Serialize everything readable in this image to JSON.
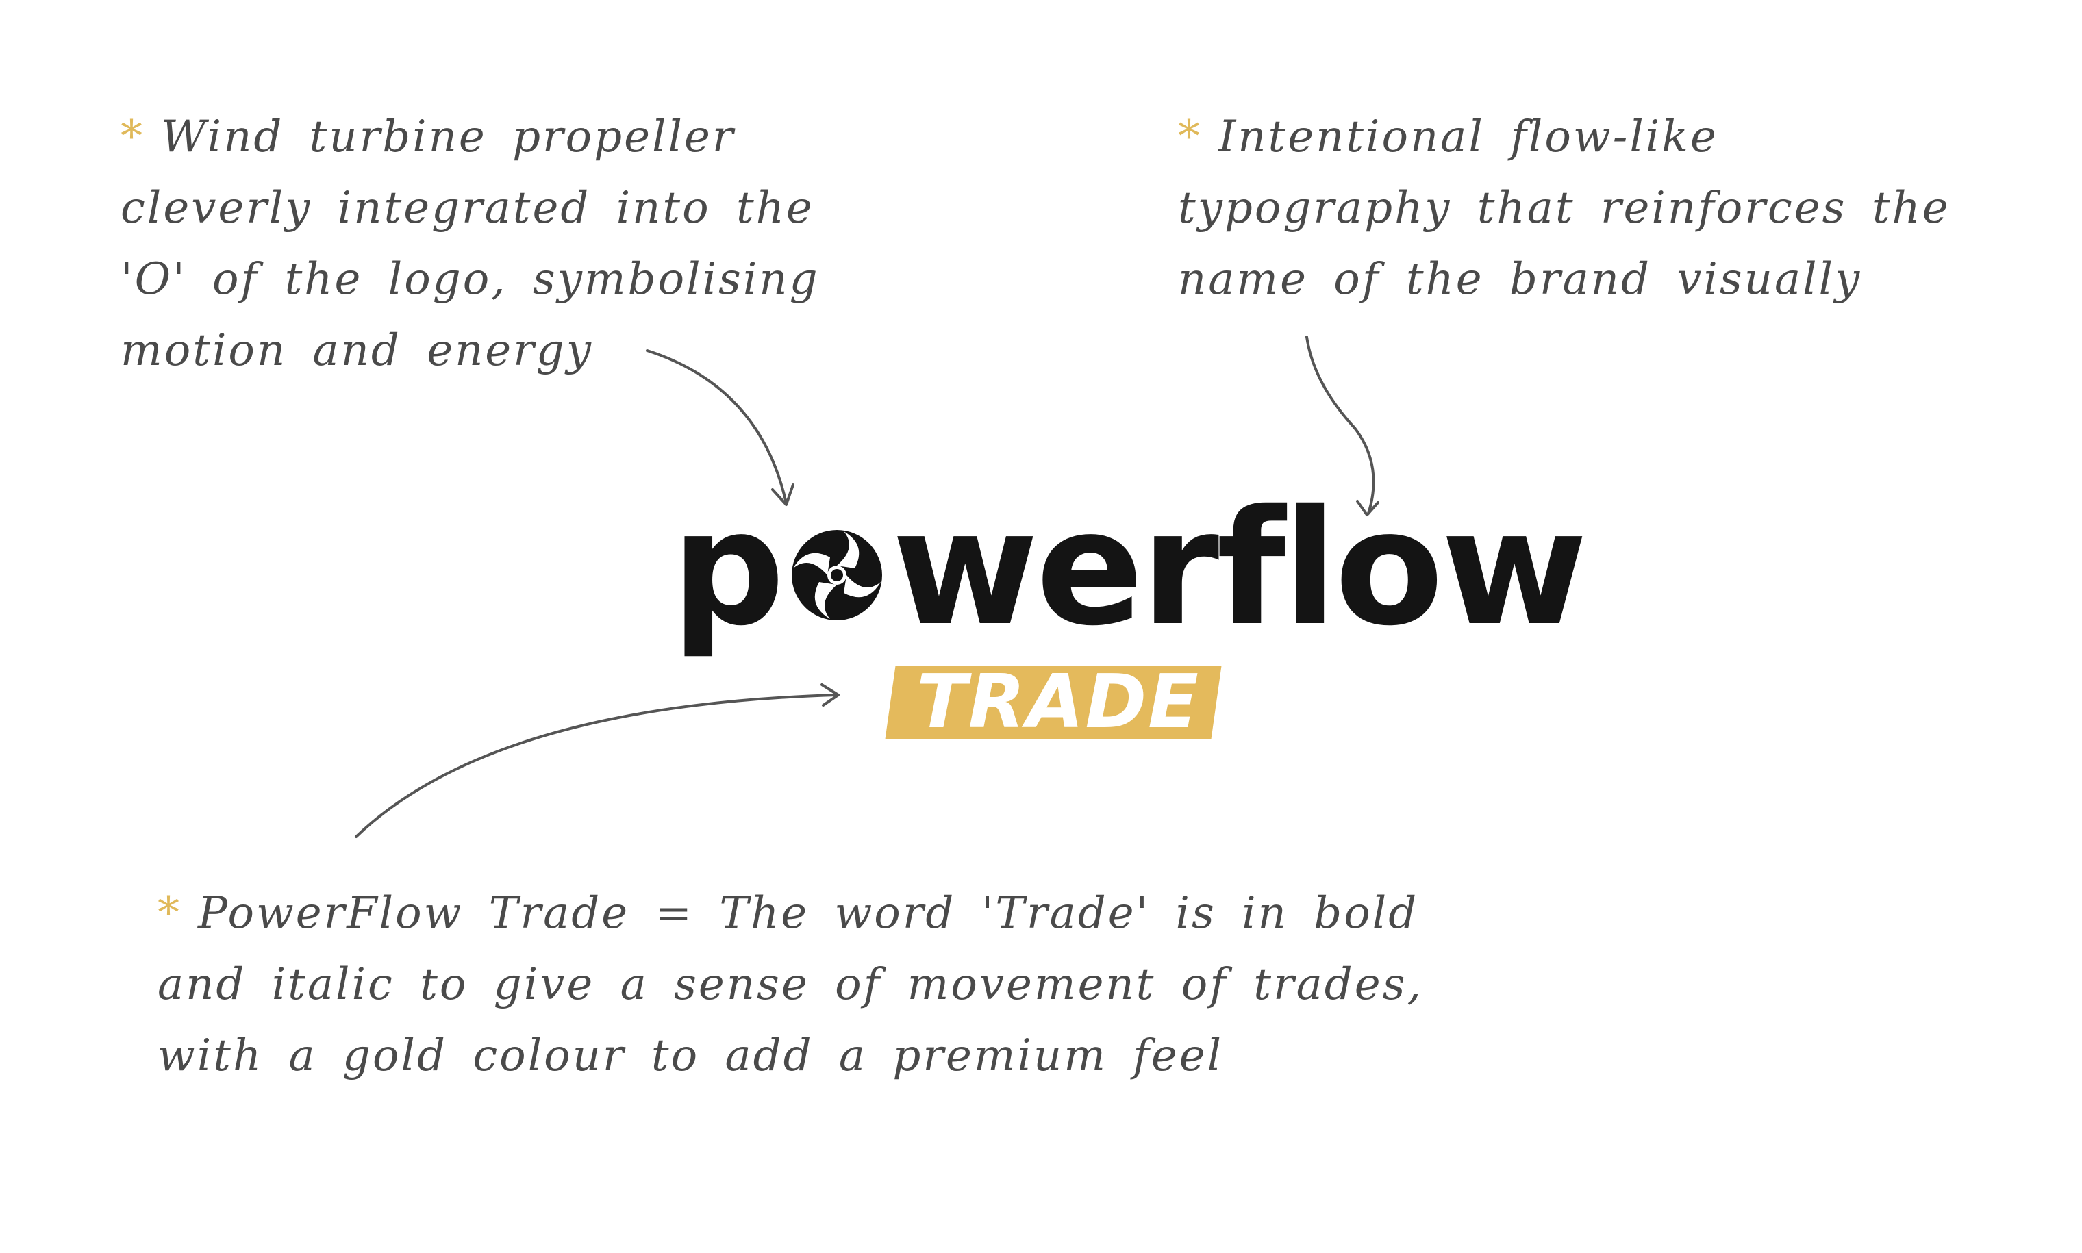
{
  "annotations": {
    "top_left": {
      "bullet": "*",
      "lines": [
        "Wind turbine propeller",
        "cleverly integrated into the",
        "'O' of the logo, symbolising",
        "motion and energy"
      ]
    },
    "top_right": {
      "bullet": "*",
      "lines": [
        "Intentional flow-like",
        "typography that reinforces the",
        "name of the brand visually"
      ]
    },
    "bottom": {
      "bullet": "*",
      "lines": [
        "PowerFlow Trade = The word 'Trade' is in bold",
        "and italic to give a sense of movement of trades,",
        "with a gold colour to add a premium feel"
      ]
    }
  },
  "logo": {
    "word_start": "p",
    "word_end": "werflow",
    "o_mark": "wind-turbine-propeller-icon",
    "badge_text": "TRADE"
  },
  "colors": {
    "accent_gold": "#e4ba5c",
    "logo_black": "#141414",
    "note_text": "#4a4a4a",
    "arrow": "#555555"
  }
}
